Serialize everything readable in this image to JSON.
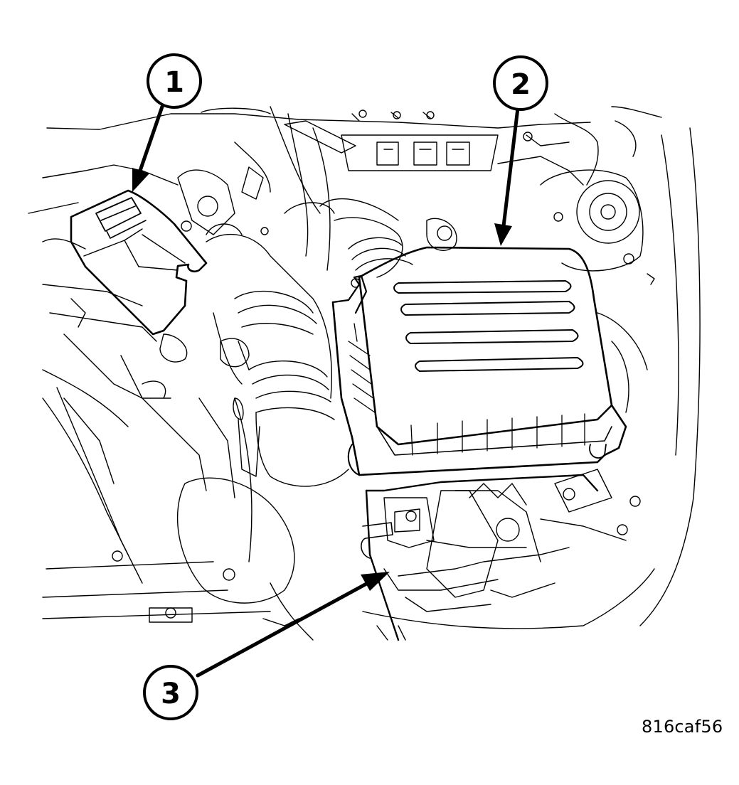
{
  "diagram": {
    "figure_id": "816caf56",
    "callouts": [
      {
        "number": "1",
        "target": "cover"
      },
      {
        "number": "2",
        "target": "air-cleaner-housing"
      },
      {
        "number": "3",
        "target": "battery"
      }
    ]
  },
  "colors": {
    "ink": "#000000",
    "paper": "#ffffff"
  }
}
